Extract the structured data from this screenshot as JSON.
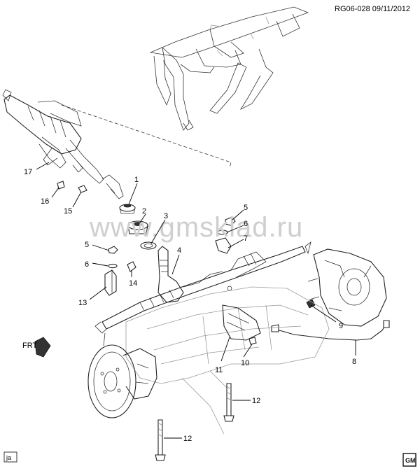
{
  "header": {
    "ref_code": "RG06-028 09/11/2012"
  },
  "watermark": "www.gmsklad.ru",
  "corner_tag": "ja",
  "front_indicator": "FRT",
  "brand_logo": "GM",
  "callouts": [
    {
      "id": "c1",
      "label": "1"
    },
    {
      "id": "c2",
      "label": "2"
    },
    {
      "id": "c3",
      "label": "3"
    },
    {
      "id": "c4",
      "label": "4"
    },
    {
      "id": "c5a",
      "label": "5"
    },
    {
      "id": "c5b",
      "label": "5"
    },
    {
      "id": "c6a",
      "label": "6"
    },
    {
      "id": "c6b",
      "label": "6"
    },
    {
      "id": "c7",
      "label": "7"
    },
    {
      "id": "c8",
      "label": "8"
    },
    {
      "id": "c9",
      "label": "9"
    },
    {
      "id": "c10",
      "label": "10"
    },
    {
      "id": "c11",
      "label": "11"
    },
    {
      "id": "c12a",
      "label": "12"
    },
    {
      "id": "c12b",
      "label": "12"
    },
    {
      "id": "c13",
      "label": "13"
    },
    {
      "id": "c14",
      "label": "14"
    },
    {
      "id": "c15",
      "label": "15"
    },
    {
      "id": "c16",
      "label": "16"
    },
    {
      "id": "c17",
      "label": "17"
    }
  ]
}
